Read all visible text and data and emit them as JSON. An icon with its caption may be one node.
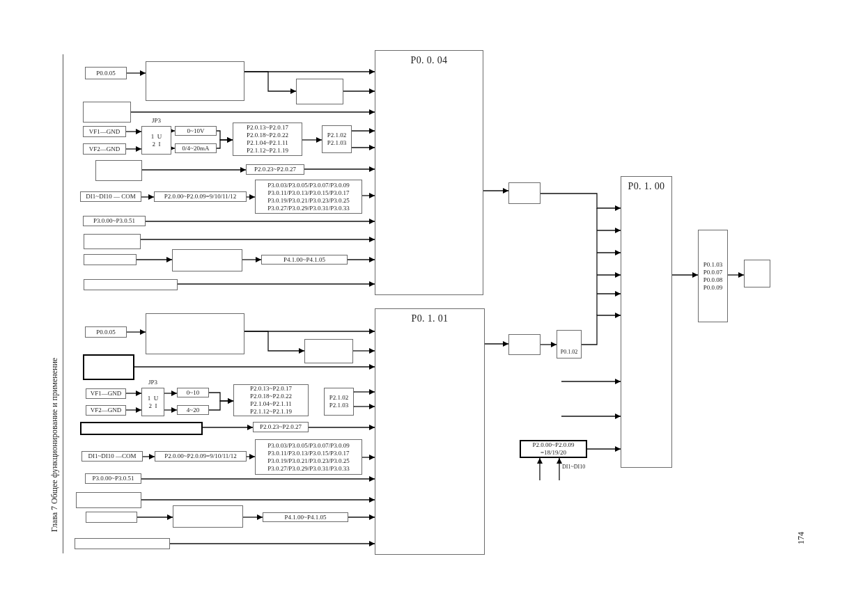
{
  "diagram": {
    "nodes": [
      {
        "text": [
          "P0. 0. 04"
        ]
      },
      {
        "text": [
          "P0.0.05"
        ]
      },
      {
        "text": [],
        "shape": "box"
      },
      {
        "text": [],
        "shape": "box"
      },
      {
        "text": [],
        "shape": "box"
      },
      {
        "text": [
          "JP3",
          "1  U",
          "2  I"
        ]
      },
      {
        "text": [
          "VF1—GND"
        ]
      },
      {
        "text": [
          "VF2—GND"
        ]
      },
      {
        "text": [
          "0~10V"
        ]
      },
      {
        "text": [
          "0/4~20mA"
        ]
      },
      {
        "text": [
          "P2.0.13~P2.0.17",
          "P2.0.18~P2.0.22",
          "P2.1.04~P2.1.11",
          "P2.1.12~P2.1.19"
        ]
      },
      {
        "text": [
          "P2.1.02",
          "P2.1.03"
        ]
      },
      {
        "text": [],
        "shape": "box"
      },
      {
        "text": [
          "P2.0.23~P2.0.27"
        ]
      },
      {
        "text": [
          "DI1~DI10 — COM"
        ]
      },
      {
        "text": [
          "P2.0.00~P2.0.09=9/10/11/12"
        ]
      },
      {
        "text": [
          "P3.0.03/P3.0.05/P3.0.07/P3.0.09",
          "P3.0.11/P3.0.13/P3.0.15/P3.0.17",
          "P3.0.19/P3.0.21/P3.0.23/P3.0.25",
          "P3.0.27/P3.0.29/P3.0.31/P3.0.33"
        ]
      },
      {
        "text": [
          "P3.0.00~P3.0.51"
        ]
      },
      {
        "text": [],
        "shape": "box"
      },
      {
        "text": [],
        "shape": "box"
      },
      {
        "text": [],
        "shape": "box"
      },
      {
        "text": [
          "P4.1.00~P4.1.05"
        ]
      },
      {
        "text": [],
        "shape": "box"
      },
      {
        "text": [
          "P0. 1. 01"
        ]
      },
      {
        "text": [
          "P0.0.05"
        ]
      },
      {
        "text": [],
        "shape": "box"
      },
      {
        "text": [],
        "shape": "box"
      },
      {
        "text": [],
        "shape": "box"
      },
      {
        "text": [
          "JP3",
          "1  U",
          "2  I"
        ]
      },
      {
        "text": [
          "VF1—GND"
        ]
      },
      {
        "text": [
          "VF2—GND"
        ]
      },
      {
        "text": [
          "0~10"
        ]
      },
      {
        "text": [
          "4~20"
        ]
      },
      {
        "text": [
          "P2.0.13~P2.0.17",
          "P2.0.18~P2.0.22",
          "P2.1.04~P2.1.11",
          "P2.1.12~P2.1.19"
        ]
      },
      {
        "text": [
          "P2.1.02",
          "P2.1.03"
        ]
      },
      {
        "text": [],
        "shape": "box"
      },
      {
        "text": [
          "P2.0.23~P2.0.27"
        ]
      },
      {
        "text": [
          "DI1~DI10 —COM"
        ]
      },
      {
        "text": [
          "P2.0.00~P2.0.09=9/10/11/12"
        ]
      },
      {
        "text": [
          "P3.0.03/P3.0.05/P3.0.07/P3.0.09",
          "P3.0.11/P3.0.13/P3.0.15/P3.0.17",
          "P3.0.19/P3.0.21/P3.0.23/P3.0.25",
          "P3.0.27/P3.0.29/P3.0.31/P3.0.33"
        ]
      },
      {
        "text": [
          "P3.0.00~P3.0.51"
        ]
      },
      {
        "text": [],
        "shape": "box"
      },
      {
        "text": [],
        "shape": "box"
      },
      {
        "text": [],
        "shape": "box"
      },
      {
        "text": [
          "P4.1.00~P4.1.05"
        ]
      },
      {
        "text": [],
        "shape": "box"
      },
      {
        "text": [],
        "shape": "box"
      },
      {
        "text": [],
        "shape": "box"
      },
      {
        "text": [
          "P0.1.02"
        ]
      },
      {
        "text": [
          "P0. 1. 00"
        ]
      },
      {
        "text": [
          "P0.1.03",
          "P0.0.07",
          "P0.0.08",
          "P0.0.09"
        ]
      },
      {
        "text": [],
        "shape": "box"
      },
      {
        "text": [
          "P2.0.00~P2.0.09 =18/19/20"
        ]
      }
    ],
    "edges": [
      {
        "from": 1,
        "to": 2,
        "arrow": "to"
      },
      {
        "from": 2,
        "to": 0,
        "arrow": "to"
      },
      {
        "from": 2,
        "to": 3,
        "arrow": "to"
      },
      {
        "from": 3,
        "to": 0,
        "arrow": "to"
      },
      {
        "from": 4,
        "to": 0,
        "arrow": "to"
      },
      {
        "from": 6,
        "to": 5,
        "arrow": "to"
      },
      {
        "from": 7,
        "to": 5,
        "arrow": "to"
      },
      {
        "from": 5,
        "to": 8,
        "arrow": "to"
      },
      {
        "from": 5,
        "to": 9,
        "arrow": "to"
      },
      {
        "from": 8,
        "to": 10,
        "arrow": "to"
      },
      {
        "from": 9,
        "to": 10,
        "arrow": "to"
      },
      {
        "from": 10,
        "to": 11,
        "arrow": "to"
      },
      {
        "from": 11,
        "to": 0,
        "arrow": "to"
      },
      {
        "from": 11,
        "to": 0,
        "arrow": "to"
      },
      {
        "from": 12,
        "to": 13,
        "arrow": "to"
      },
      {
        "from": 13,
        "to": 0,
        "arrow": "to"
      },
      {
        "from": 14,
        "to": 15,
        "arrow": "to"
      },
      {
        "from": 15,
        "to": 16,
        "arrow": "to"
      },
      {
        "from": 16,
        "to": 0,
        "arrow": "to"
      },
      {
        "from": 17,
        "to": 0,
        "arrow": "to"
      },
      {
        "from": 18,
        "to": 0,
        "arrow": "to"
      },
      {
        "from": 19,
        "to": 20,
        "arrow": "to"
      },
      {
        "from": 20,
        "to": 21,
        "arrow": "to"
      },
      {
        "from": 21,
        "to": 0,
        "arrow": "to"
      },
      {
        "from": 22,
        "to": 0,
        "arrow": "to"
      },
      {
        "from": 24,
        "to": 25,
        "arrow": "to"
      },
      {
        "from": 25,
        "to": 23,
        "arrow": "to"
      },
      {
        "from": 25,
        "to": 26,
        "arrow": "to"
      },
      {
        "from": 26,
        "to": 23,
        "arrow": "to"
      },
      {
        "from": 27,
        "to": 23,
        "arrow": "to"
      },
      {
        "from": 29,
        "to": 28,
        "arrow": "to"
      },
      {
        "from": 30,
        "to": 28,
        "arrow": "to"
      },
      {
        "from": 28,
        "to": 31,
        "arrow": "to"
      },
      {
        "from": 28,
        "to": 32,
        "arrow": "to"
      },
      {
        "from": 31,
        "to": 33,
        "arrow": "to"
      },
      {
        "from": 32,
        "to": 33,
        "arrow": "to"
      },
      {
        "from": 34,
        "to": 23,
        "arrow": "to"
      },
      {
        "from": 34,
        "to": 23,
        "arrow": "to"
      },
      {
        "from": 35,
        "to": 36,
        "arrow": "to"
      },
      {
        "from": 36,
        "to": 23,
        "arrow": "to"
      },
      {
        "from": 37,
        "to": 38,
        "arrow": "to"
      },
      {
        "from": 38,
        "to": 39,
        "arrow": "to"
      },
      {
        "from": 39,
        "to": 23,
        "arrow": "to"
      },
      {
        "from": 40,
        "to": 23,
        "arrow": "to"
      },
      {
        "from": 41,
        "to": 23,
        "arrow": "to"
      },
      {
        "from": 42,
        "to": 43,
        "arrow": "to"
      },
      {
        "from": 43,
        "to": 44,
        "arrow": "to"
      },
      {
        "from": 44,
        "to": 23,
        "arrow": "to"
      },
      {
        "from": 45,
        "to": 23,
        "arrow": "to"
      },
      {
        "from": 0,
        "to": 46,
        "arrow": "to"
      },
      {
        "from": 23,
        "to": 47,
        "arrow": "to"
      },
      {
        "from": 47,
        "to": 48,
        "arrow": "to"
      },
      {
        "from": 46,
        "to": 49,
        "arrow": "to"
      },
      {
        "from": 48,
        "to": 49,
        "arrow": "to"
      },
      {
        "from": null,
        "to": 49,
        "arrow": "to"
      },
      {
        "from": null,
        "to": 49,
        "arrow": "to"
      },
      {
        "from": 52,
        "to": 49,
        "arrow": "to"
      },
      {
        "from": null,
        "to": 52,
        "arrow": "to"
      },
      {
        "from": null,
        "to": 52,
        "arrow": "to"
      },
      {
        "from": 49,
        "to": 50,
        "arrow": "to"
      },
      {
        "from": 50,
        "to": 51,
        "arrow": "to"
      }
    ],
    "labels": [
      "Глава 7 Общее функционирование и применение",
      "DI1~DI10",
      "174"
    ]
  }
}
